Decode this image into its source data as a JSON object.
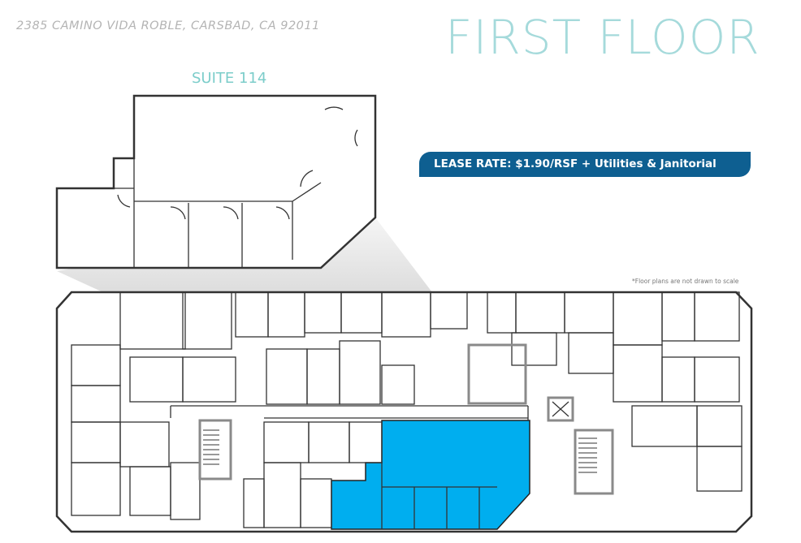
{
  "header": {
    "address": "2385 CAMINO VIDA ROBLE, CARSBAD, CA 92011",
    "title": "FIRST FLOOR"
  },
  "suite": {
    "label": "SUITE 114",
    "highlight_color": "#00aeef"
  },
  "lease": {
    "text": "LEASE RATE: $1.90/RSF + Utilities & Janitorial",
    "banner_color": "#0e5f91"
  },
  "note": "*Floor plans are not drawn to scale",
  "colors": {
    "title": "#a5dadb",
    "suite_label": "#7ccdca",
    "walls": "#333333",
    "core_walls": "#8a8a8a"
  }
}
